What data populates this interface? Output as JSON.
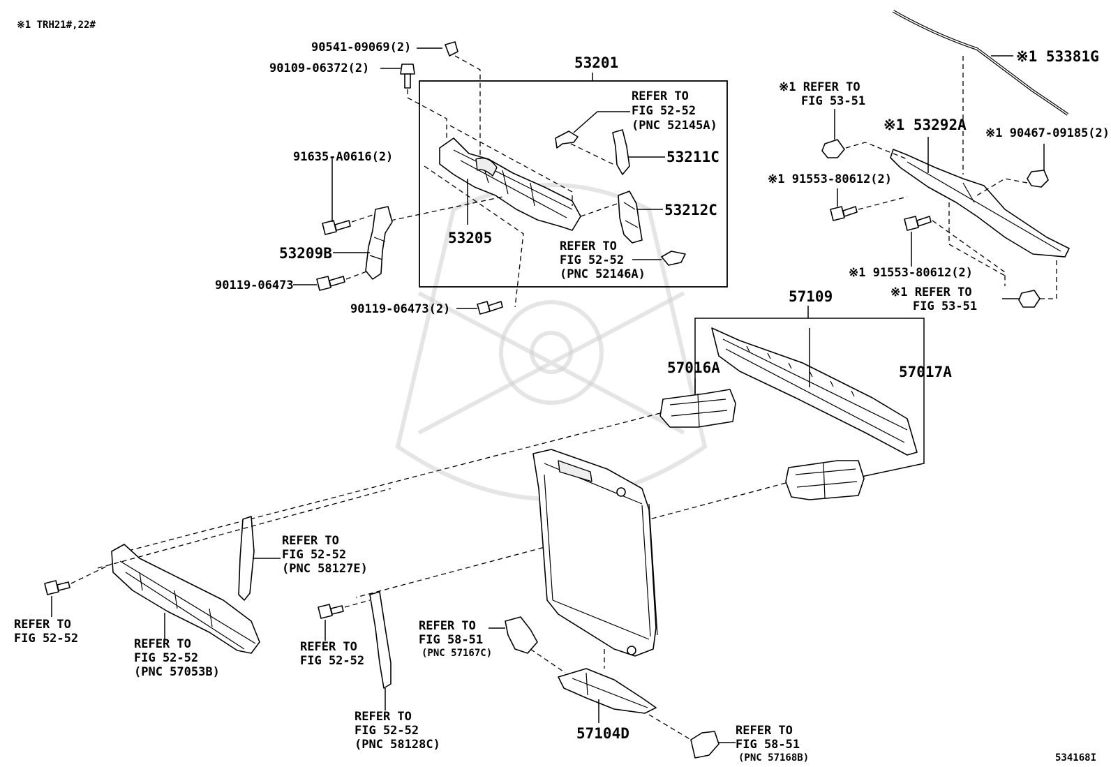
{
  "note": "※1 TRH21#,22#",
  "image_code": "534168I",
  "callouts": {
    "p90541": "90541-09069(2)",
    "p90109": "90109-06372(2)",
    "p53201": "53201",
    "p91635": "91635-A0616(2)",
    "p53209b": "53209B",
    "p90119a": "90119-06473",
    "p90119b": "90119-06473(2)",
    "p53205": "53205",
    "r52145_l1": "REFER TO",
    "r52145_l2": "FIG 52-52",
    "r52145_l3": "(PNC 52145A)",
    "p53211c": "53211C",
    "p53212c": "53212C",
    "r52146_l1": "REFER TO",
    "r52146_l2": "FIG 52-52",
    "r52146_l3": "(PNC 52146A)",
    "p53381g": "※1 53381G",
    "r5351a_l1": "※1 REFER TO",
    "r5351a_l2": "FIG 53-51",
    "p53292a": "※1 53292A",
    "p90467": "※1 90467-09185(2)",
    "p91553a": "※1 91553-80612(2)",
    "p91553b": "※1 91553-80612(2)",
    "r5351b_l1": "※1 REFER TO",
    "r5351b_l2": "FIG 53-51",
    "p57109": "57109",
    "p57016a": "57016A",
    "p57017a": "57017A",
    "r58127_l1": "REFER TO",
    "r58127_l2": "FIG 52-52",
    "r58127_l3": "(PNC 58127E)",
    "rbolt1_l1": "REFER TO",
    "rbolt1_l2": "FIG 52-52",
    "r57053_l1": "REFER TO",
    "r57053_l2": "FIG 52-52",
    "r57053_l3": "(PNC 57053B)",
    "rbolt2_l1": "REFER TO",
    "rbolt2_l2": "FIG 52-52",
    "r57167_l1": "REFER TO",
    "r57167_l2": "FIG 58-51",
    "r57167_l3": "(PNC 57167C)",
    "r58128_l1": "REFER TO",
    "r58128_l2": "FIG 52-52",
    "r58128_l3": "(PNC 58128C)",
    "p57104d": "57104D",
    "r57168_l1": "REFER TO",
    "r57168_l2": "FIG 58-51",
    "r57168_l3": "(PNC 57168B)"
  }
}
